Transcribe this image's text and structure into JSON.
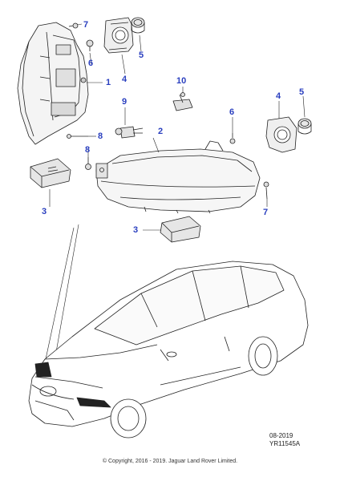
{
  "callouts": {
    "c1": "1",
    "c2": "2",
    "c3a": "3",
    "c3b": "3",
    "c4a": "4",
    "c4b": "4",
    "c5a": "5",
    "c5b": "5",
    "c6a": "6",
    "c6b": "6",
    "c7a": "7",
    "c7b": "7",
    "c8a": "8",
    "c8b": "8",
    "c9": "9",
    "c10": "10"
  },
  "footer": {
    "date_code": "08-2019",
    "ref_code": "YR11545A",
    "copyright": "© Copyright, 2016 - 2019. Jaguar Land Rover Limited."
  },
  "colors": {
    "callout": "#2a3fbf",
    "line": "#222222",
    "part_shade": "#d9d9d9"
  }
}
